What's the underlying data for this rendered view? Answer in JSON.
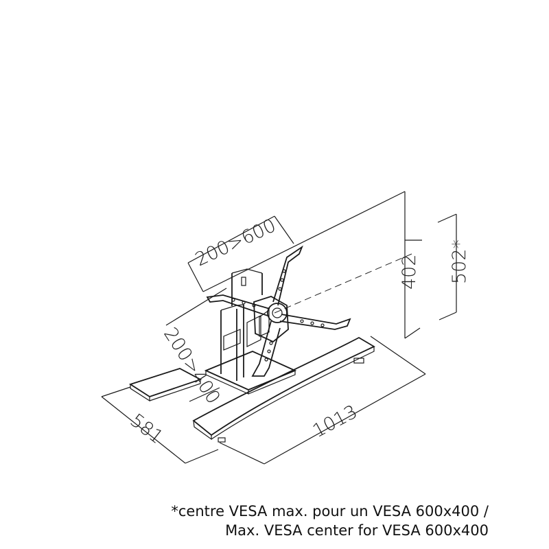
{
  "dimensions": {
    "vesa_width": "200>600",
    "vesa_height": "200>400",
    "height_top": "402",
    "height_center": "502*",
    "base_length": "1013",
    "base_depth": "581"
  },
  "footnote": {
    "line1": "*centre VESA max. pour un VESA 600x400 /",
    "line2": "Max. VESA center for VESA 600x400"
  }
}
